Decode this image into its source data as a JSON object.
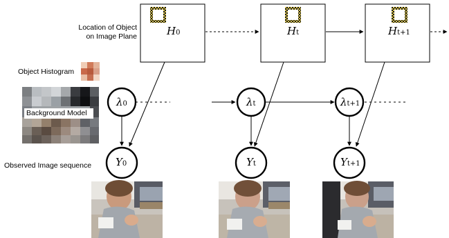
{
  "labels": {
    "location": [
      "Location of Object",
      "on Image Plane"
    ],
    "histogram": "Object Histogram",
    "background": "Background Model",
    "observed": "Observed Image sequence"
  },
  "nodes": {
    "H0": {
      "sym": "H",
      "sub": "0"
    },
    "Ht": {
      "sym": "H",
      "sub": "t"
    },
    "Ht1": {
      "sym": "H",
      "sub": "t+1"
    },
    "L0": {
      "sym": "λ",
      "sub": "0"
    },
    "Lt": {
      "sym": "λ",
      "sub": "t"
    },
    "Lt1": {
      "sym": "λ",
      "sub": "t+1"
    },
    "Y0": {
      "sym": "Y",
      "sub": "0"
    },
    "Yt": {
      "sym": "Y",
      "sub": "t"
    },
    "Yt1": {
      "sym": "Y",
      "sub": "t+1"
    }
  },
  "colors": {
    "box_stroke": "#000000",
    "marker_stroke": "#1a1a1a",
    "marker_fill": "#d8c24a",
    "histogram": [
      "#d9a089",
      "#c9694a",
      "#e3b49b",
      "#b85a3c",
      "#f0cdb6",
      "#d07b5a"
    ],
    "background_tiles": [
      "#8f9191",
      "#a9adb0",
      "#c7cbcf",
      "#6f6b68",
      "#2d2d30",
      "#3a3d42"
    ]
  },
  "icons": [
    "photo-frame-icon"
  ]
}
